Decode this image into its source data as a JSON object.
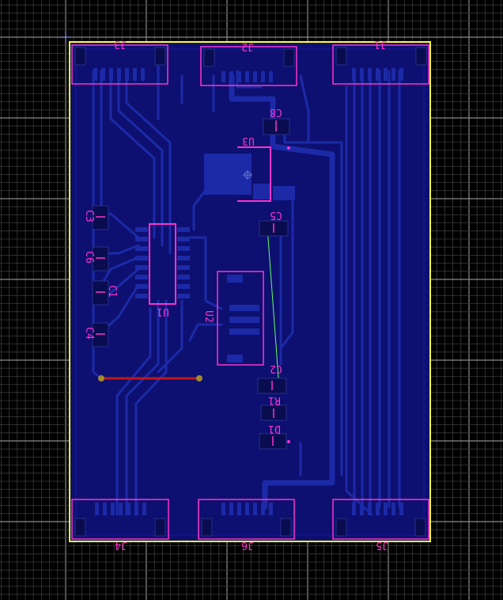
{
  "colors": {
    "background": "#000000",
    "grid_minor": "#3a3a3a",
    "grid_major": "#8a8a8a",
    "board_fill": "#0d1070",
    "board_outline": "#ffff33",
    "copper_bottom": "#1c2aa8",
    "silkscreen": "#ff33cc",
    "ratsnest": "#66ff66",
    "wire": "#c01818",
    "pad_gold": "#a08a2a",
    "pad_dark": "#0a0c50"
  },
  "components": [
    {
      "ref": "J1"
    },
    {
      "ref": "J2"
    },
    {
      "ref": "J3"
    },
    {
      "ref": "J4"
    },
    {
      "ref": "J5"
    },
    {
      "ref": "J6"
    },
    {
      "ref": "U1"
    },
    {
      "ref": "U2"
    },
    {
      "ref": "U3"
    },
    {
      "ref": "C1"
    },
    {
      "ref": "C2"
    },
    {
      "ref": "C3"
    },
    {
      "ref": "C4"
    },
    {
      "ref": "C5"
    },
    {
      "ref": "C6"
    },
    {
      "ref": "C8"
    },
    {
      "ref": "D1"
    },
    {
      "ref": "R1"
    }
  ]
}
